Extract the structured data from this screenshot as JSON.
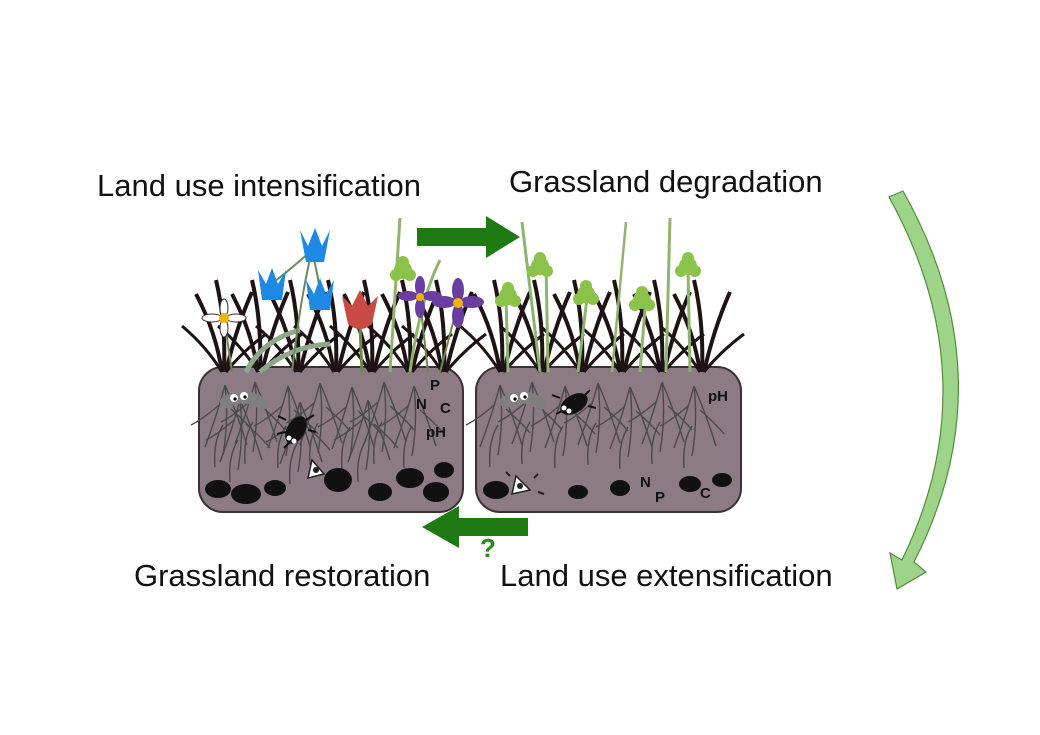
{
  "labels": {
    "intensification": "Land use intensification",
    "degradation": "Grassland degradation",
    "restoration": "Grassland restoration",
    "extensification": "Land use extensification",
    "uncertain": "?"
  },
  "nutrients": {
    "left": [
      "P",
      "N",
      "C",
      "pH"
    ],
    "right": [
      "pH",
      "N",
      "P",
      "C"
    ]
  },
  "colors": {
    "soil": "#8c7a85",
    "soil_outline": "#3a3035",
    "stones": "#111111",
    "roots": "#4a4a4a",
    "dark_grass": "#1e1214",
    "green_grass": "#8fb56d",
    "process_arrow": "#1f7a14",
    "cycle_arrow": "#9ed48a",
    "flower_blue": "#1e88e5",
    "flower_red": "#c84a42",
    "flower_purple": "#6a3ea1",
    "flower_white": "#ffffff",
    "flower_lime": "#8bc34a"
  },
  "icons": [
    "earthworm-icon",
    "beetle-icon",
    "mite-icon",
    "stone-icon",
    "flower-icon"
  ]
}
